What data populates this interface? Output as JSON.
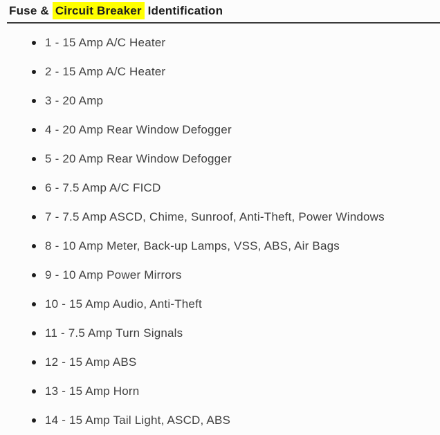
{
  "colors": {
    "background": "#fcfcfc",
    "highlight": "#ffff00",
    "title_text": "#1d1d1d",
    "list_text": "#3f3f3f",
    "rule": "#3a3a3a",
    "bullet": "#1c1c1c"
  },
  "title": {
    "prefix": "Fuse & ",
    "highlight": "Circuit Breaker",
    "suffix": " Identification"
  },
  "fuse_list": [
    "1 - 15 Amp A/C Heater",
    "2 - 15 Amp A/C Heater",
    "3 - 20 Amp",
    "4 - 20 Amp Rear Window Defogger",
    "5 - 20 Amp Rear Window Defogger",
    "6 - 7.5 Amp A/C FICD",
    "7 - 7.5 Amp ASCD, Chime, Sunroof, Anti-Theft, Power Windows",
    "8 - 10 Amp Meter, Back-up Lamps, VSS, ABS, Air Bags",
    "9 - 10 Amp Power Mirrors",
    "10 - 15 Amp Audio, Anti-Theft",
    "11 - 7.5 Amp Turn Signals",
    "12 - 15 Amp ABS",
    "13 - 15 Amp Horn",
    "14 - 15 Amp Tail Light, ASCD, ABS"
  ]
}
